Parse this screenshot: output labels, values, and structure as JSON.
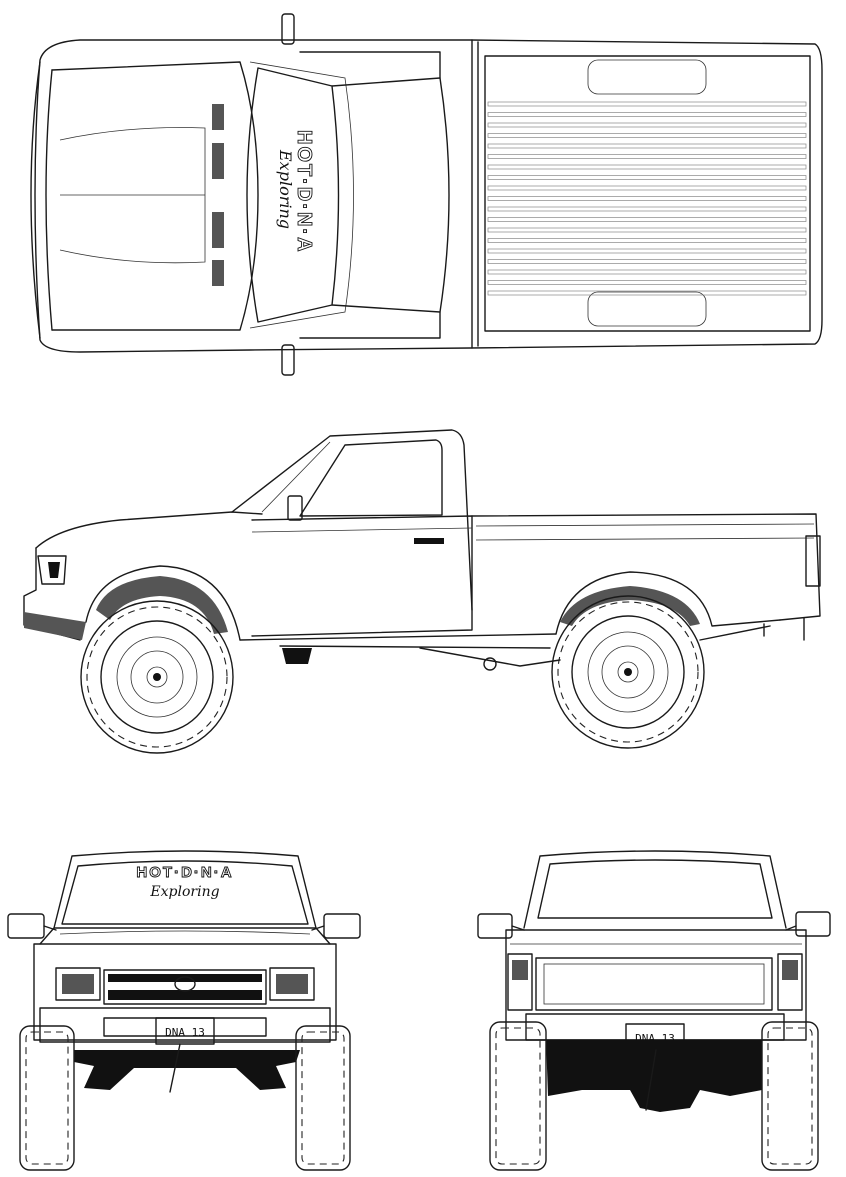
{
  "livery": {
    "brand_text": "HOT·D·N·A",
    "script_text": "Exploring"
  },
  "plate": {
    "front_text": "DNA 13",
    "rear_text": "DNA 13"
  },
  "colors": {
    "line": "#1a1a1a",
    "fill_dark": "#111111",
    "background": "#ffffff"
  }
}
